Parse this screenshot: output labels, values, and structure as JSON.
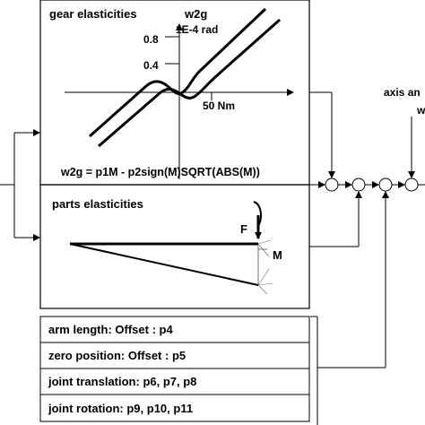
{
  "gear_panel": {
    "title": "gear elasticities",
    "axis_y_label": "w2g",
    "axis_y_unit": "1E-4 rad",
    "tick_y_1": "0.8",
    "tick_y_2": "0.4",
    "axis_x_label": "50 Nm",
    "formula": "w2g = p1M - p2sign(M)SQRT(ABS(M))"
  },
  "parts_panel": {
    "title": "parts elasticities",
    "force_label": "F",
    "moment_label": "M"
  },
  "param_rows": [
    "arm length: Offset : p4",
    "zero position: Offset : p5",
    "joint translation: p6, p7, p8",
    "joint rotation: p9, p10, p11"
  ],
  "right_panel": {
    "label_1": "axis an",
    "label_2": "w"
  }
}
